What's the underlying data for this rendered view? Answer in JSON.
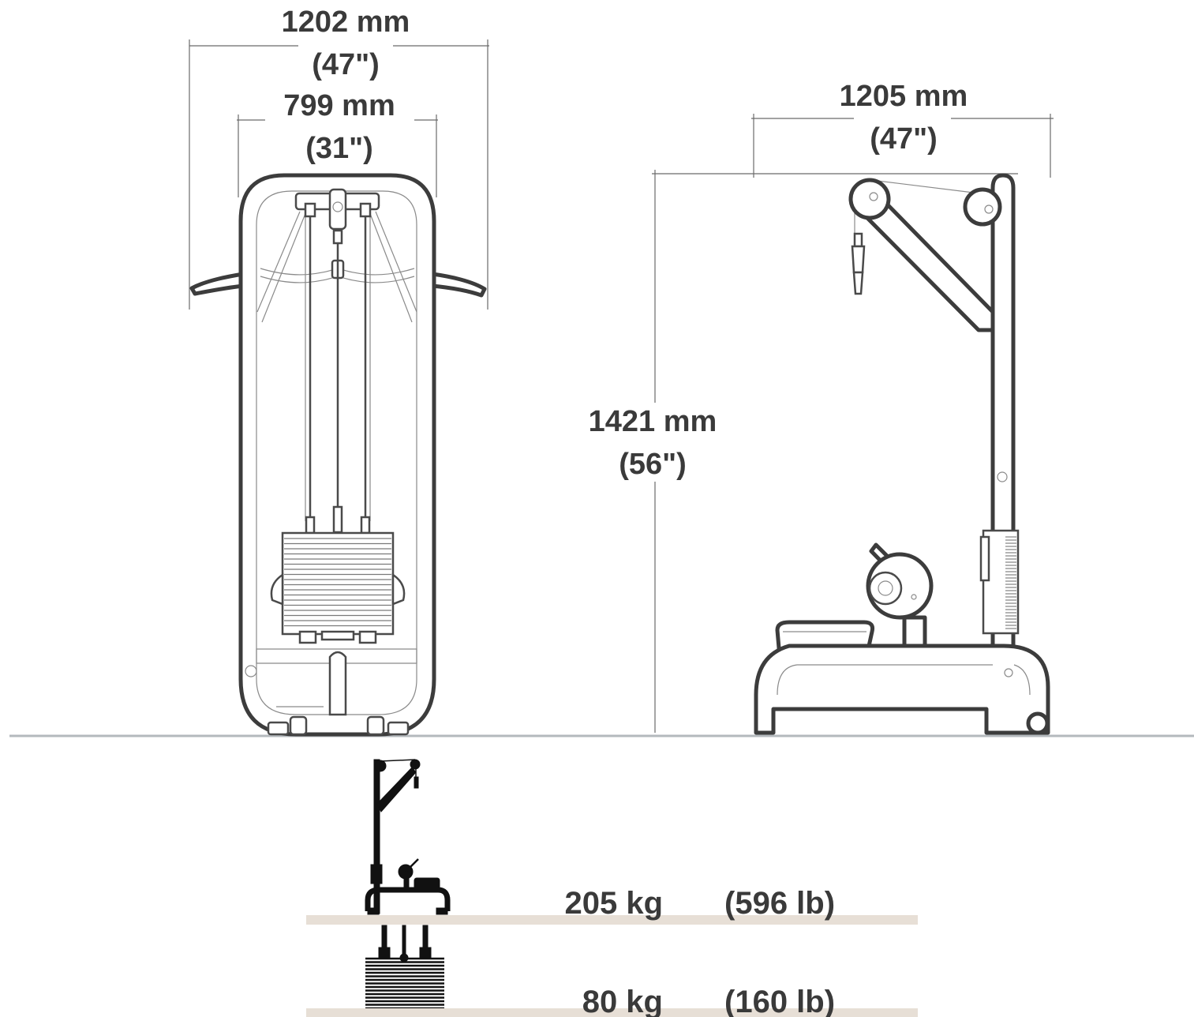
{
  "dimensions": {
    "overall_width": {
      "metric": "1202 mm",
      "imperial": "(47\")"
    },
    "frame_width": {
      "metric": "799 mm",
      "imperial": "(31\")"
    },
    "depth": {
      "metric": "1205 mm",
      "imperial": "(47\")"
    },
    "height": {
      "metric": "1421 mm",
      "imperial": "(56\")"
    }
  },
  "specs": {
    "machine_weight": {
      "metric": "205 kg",
      "imperial": "(596 lb)"
    },
    "weight_stack": {
      "metric": "80 kg",
      "imperial": "(160 lb)"
    }
  },
  "colors": {
    "outline": "#3c3c3c",
    "floor_line": "#b4b9bd",
    "spec_bar": "#e7dfd6",
    "text": "#3a3a3a"
  }
}
